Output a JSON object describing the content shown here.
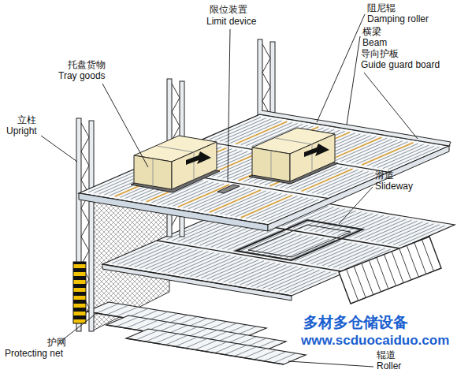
{
  "diagram": {
    "labels": [
      "限位装置",
      "Limit device",
      "阻尼辊",
      "Damping roller",
      "横梁",
      "Beam",
      "导向护板",
      "Guide guard board",
      "托盘货物",
      "Tray goods",
      "立柱",
      "Upright",
      "滑道",
      "Slideway",
      "护网",
      "Protecting net",
      "辊道",
      "Roller",
      "多材多仓储设备",
      "www.scduocaiduo.com"
    ]
  }
}
